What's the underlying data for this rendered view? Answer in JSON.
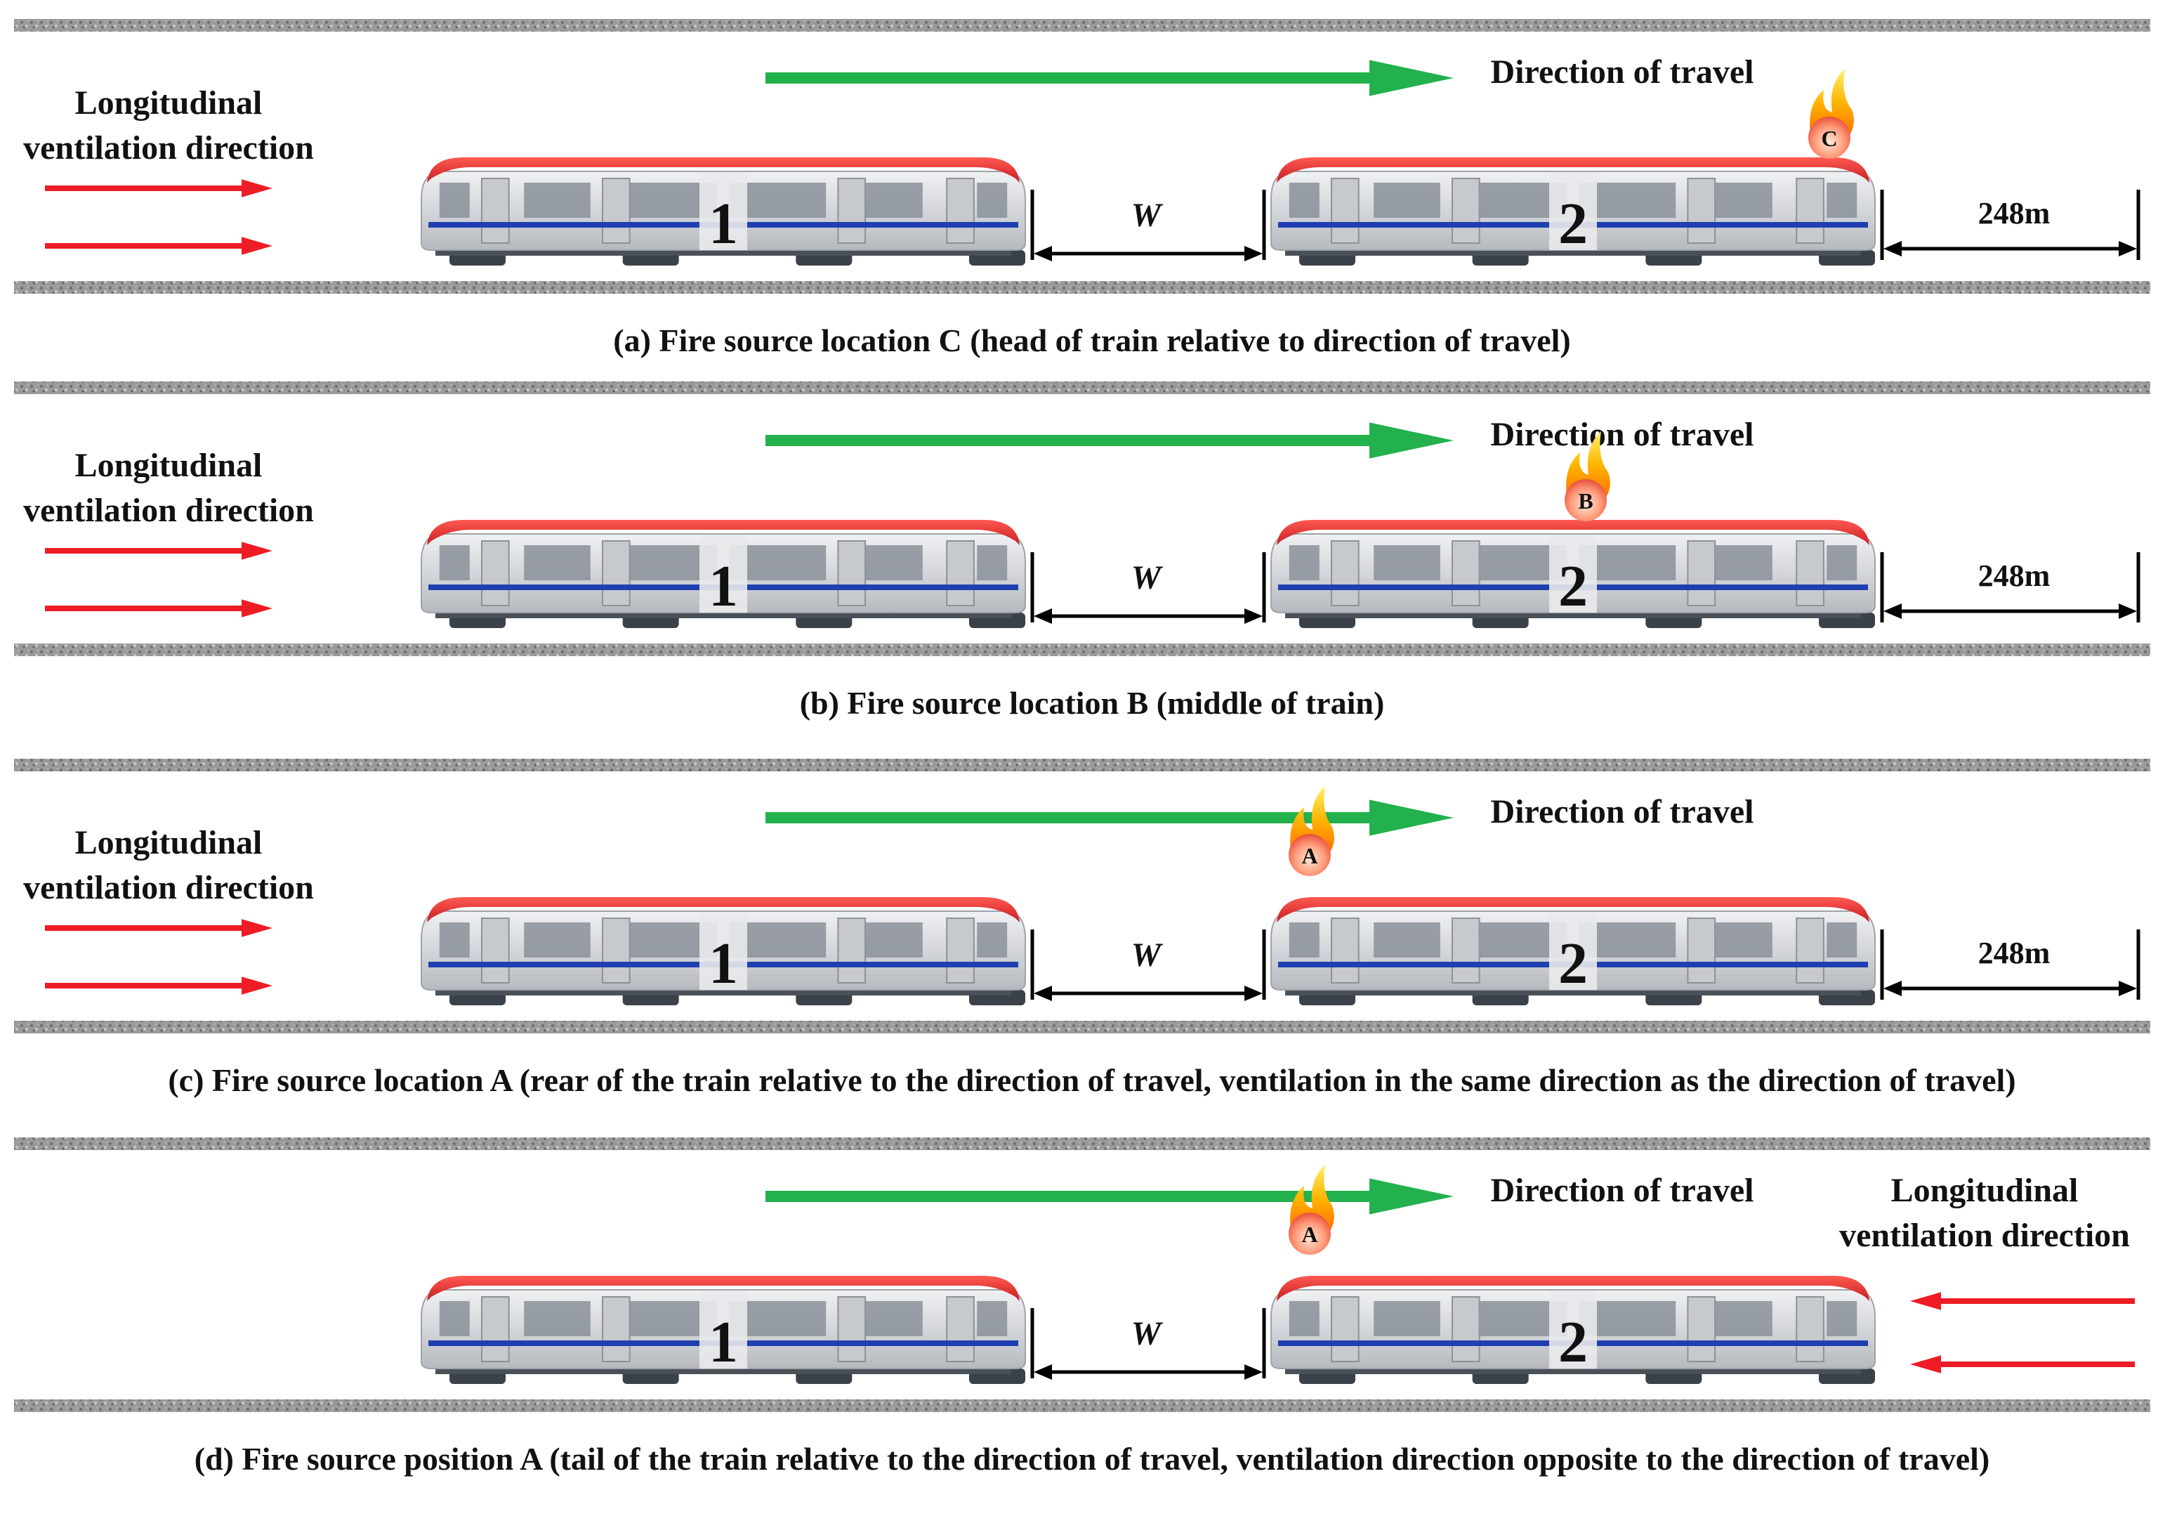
{
  "colors": {
    "travel_arrow": "#22b14c",
    "vent_arrow": "#ee1c24",
    "train_body": "#d7d9dc",
    "train_roof": "#e02228",
    "train_stripe": "#1f3fb0",
    "train_window": "#8b9099",
    "rail": "#8f8f8f"
  },
  "icons": [
    "fire-icon",
    "train-car",
    "dimension-arrow",
    "rail-track"
  ],
  "panels": [
    {
      "id": "a",
      "travel_label": "Direction of travel",
      "vent_label": [
        "Longitudinal",
        "ventilation direction"
      ],
      "vent_side": "left",
      "fire": "C",
      "fire_position": "head",
      "train_numbers": [
        "1",
        "2"
      ],
      "gap_label": "W",
      "distance_label": "248m",
      "caption": "(a) Fire source location C (head of train relative to direction of travel)"
    },
    {
      "id": "b",
      "travel_label": "Direction of travel",
      "vent_label": [
        "Longitudinal",
        "ventilation direction"
      ],
      "vent_side": "left",
      "fire": "B",
      "fire_position": "middle",
      "train_numbers": [
        "1",
        "2"
      ],
      "gap_label": "W",
      "distance_label": "248m",
      "caption": "(b) Fire source location B (middle of train)"
    },
    {
      "id": "c",
      "travel_label": "Direction of travel",
      "vent_label": [
        "Longitudinal",
        "ventilation direction"
      ],
      "vent_side": "left",
      "fire": "A",
      "fire_position": "tail",
      "train_numbers": [
        "1",
        "2"
      ],
      "gap_label": "W",
      "distance_label": "248m",
      "caption": "(c) Fire source location A (rear of the train relative to the direction of travel, ventilation in the same direction as the direction of travel)"
    },
    {
      "id": "d",
      "travel_label": "Direction of travel",
      "vent_label": [
        "Longitudinal",
        "ventilation direction"
      ],
      "vent_side": "right",
      "fire": "A",
      "fire_position": "tail",
      "train_numbers": [
        "1",
        "2"
      ],
      "gap_label": "W",
      "distance_label": "",
      "caption": "(d) Fire source position A (tail of the train relative to the direction of travel, ventilation direction opposite to the direction of travel)"
    }
  ]
}
